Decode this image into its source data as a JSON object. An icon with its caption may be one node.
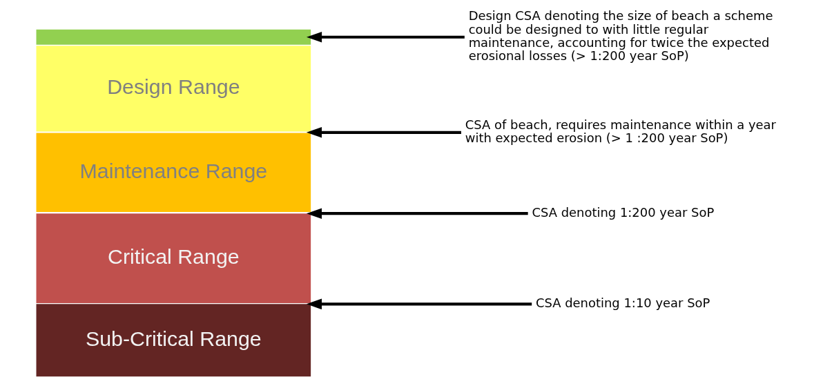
{
  "diagram": {
    "nodes": [
      {
        "text": [],
        "shape": "bar"
      },
      {
        "text": [
          "Design Range"
        ]
      },
      {
        "text": [
          "Maintenance Range"
        ]
      },
      {
        "text": [
          "Critical Range"
        ]
      },
      {
        "text": [
          "Sub-Critical Range"
        ]
      },
      {
        "text": [
          "Design CSA denoting the size of beach a scheme could be designed to with little regular maintenance, accounting for twice the expected erosional losses (> 1:200 year SoP)"
        ]
      },
      {
        "text": [
          "CSA of beach, requires maintenance within a year with expected erosion (> 1 :200 year SoP)"
        ]
      },
      {
        "text": [
          "CSA denoting 1:200 year SoP"
        ]
      },
      {
        "text": [
          "CSA denoting 1:10 year SoP"
        ]
      }
    ],
    "edges": [
      {
        "from": 5,
        "to": 0,
        "arrow": "to"
      },
      {
        "from": 6,
        "to": 2,
        "arrow": "to"
      },
      {
        "from": 7,
        "to": 3,
        "arrow": "to"
      },
      {
        "from": 8,
        "to": 4,
        "arrow": "to"
      }
    ]
  }
}
